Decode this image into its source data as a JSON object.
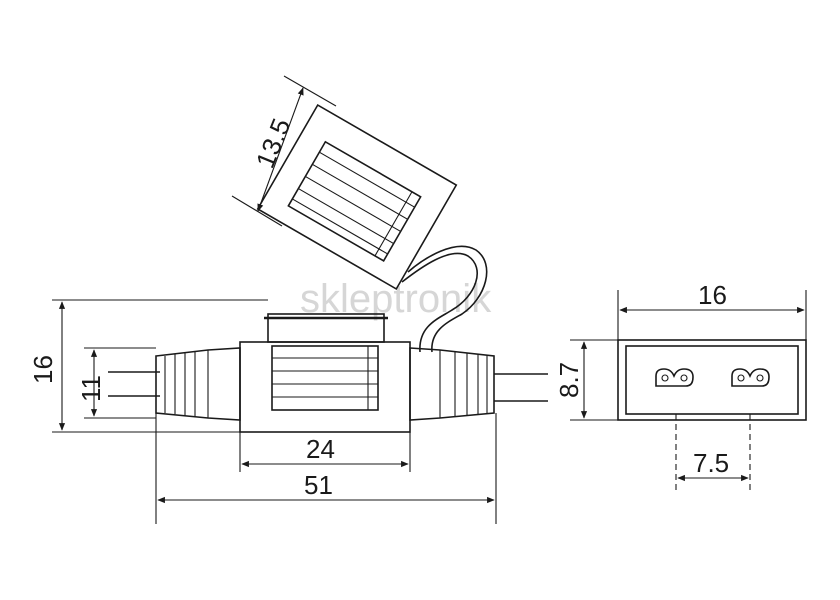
{
  "watermark": "skleptronik",
  "dimensions": {
    "cap_depth": "13.5",
    "total_height": "16",
    "cable_spacing": "11",
    "body_length": "24",
    "overall_length": "51",
    "end_width": "16",
    "end_height": "8.7",
    "contact_pitch": "7.5"
  }
}
